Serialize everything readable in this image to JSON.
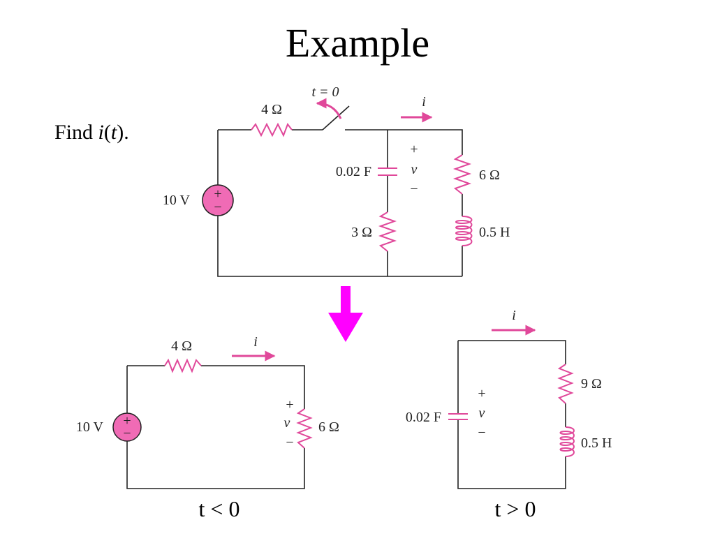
{
  "title": "Example",
  "problem": {
    "prefix": "Find ",
    "var": "i",
    "paren_open": "(",
    "t": "t",
    "paren_close": ").",
    "full": "Find i(t)."
  },
  "colors": {
    "component": "#e0489a",
    "arrow": "#ff00ff",
    "source_fill": "#f06bb5",
    "wire": "#222222"
  },
  "top_circuit": {
    "source_label": "10 V",
    "resistor_4_label": "4 Ω",
    "switch_label": "t = 0",
    "current_label": "i",
    "capacitor_label": "0.02 F",
    "resistor_3_label": "3 Ω",
    "resistor_6_label": "6 Ω",
    "inductor_label": "0.5 H",
    "v_plus": "+",
    "v_label": "v",
    "v_minus": "−"
  },
  "left_circuit": {
    "source_label": "10 V",
    "resistor_4_label": "4 Ω",
    "current_label": "i",
    "resistor_6_label": "6 Ω",
    "v_plus": "+",
    "v_label": "v",
    "v_minus": "−",
    "caption": "t < 0"
  },
  "right_circuit": {
    "current_label": "i",
    "capacitor_label": "0.02 F",
    "resistor_9_label": "9 Ω",
    "inductor_label": "0.5 H",
    "v_plus": "+",
    "v_label": "v",
    "v_minus": "−",
    "caption": "t > 0"
  }
}
